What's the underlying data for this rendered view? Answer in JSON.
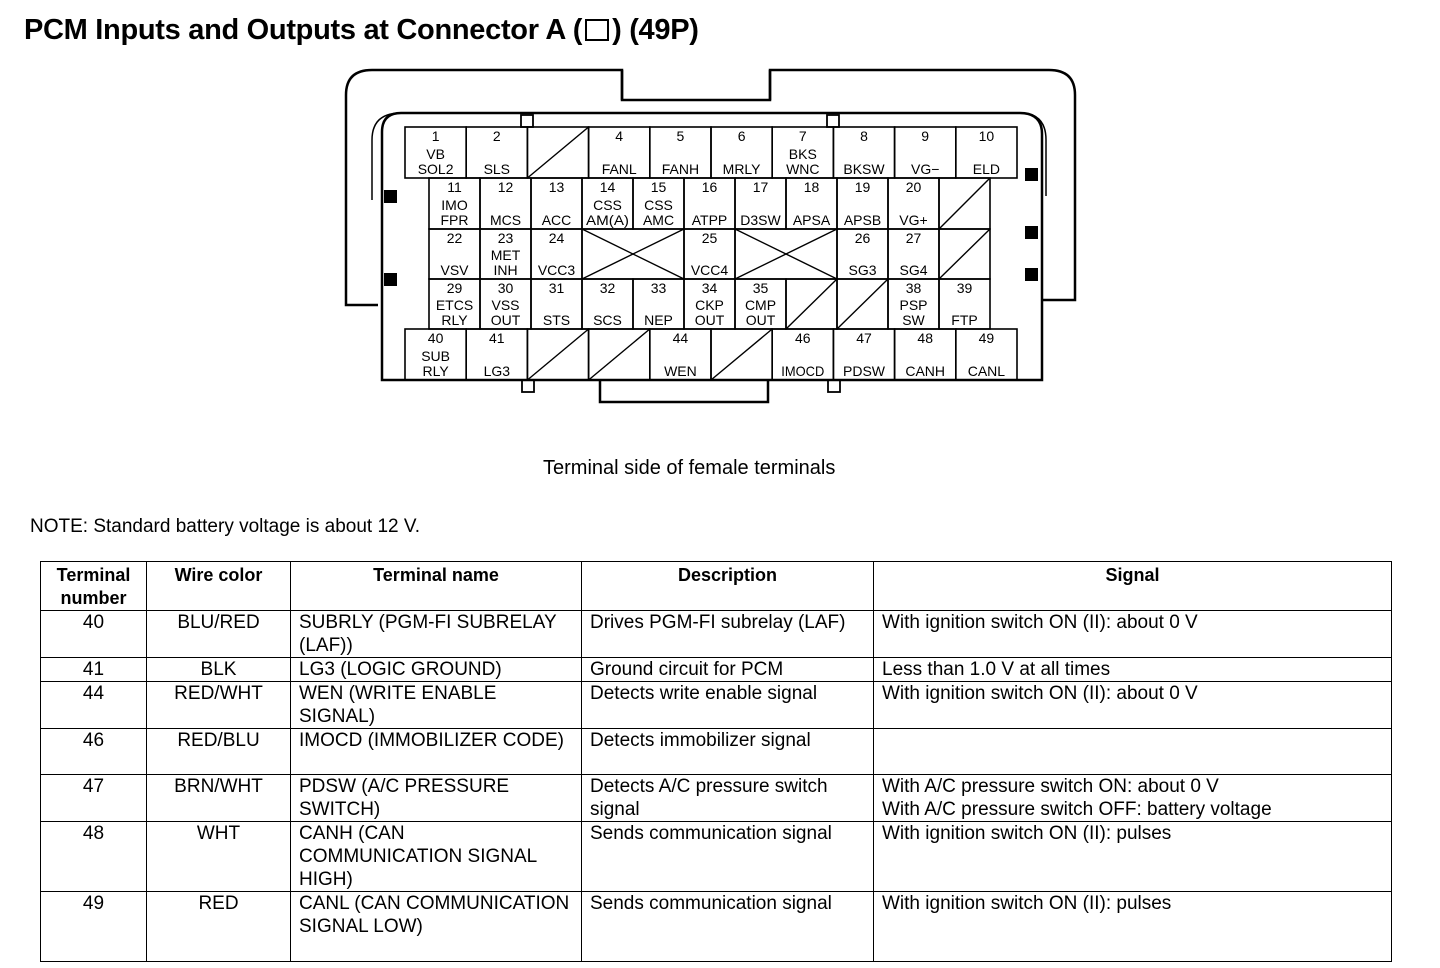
{
  "title": {
    "before_box": "PCM Inputs and Outputs at Connector A (",
    "after_box": ") (49P)"
  },
  "connector": {
    "caption": "Terminal side of female terminals",
    "rows": [
      [
        {
          "num": "1",
          "label": "VB\nSOL2"
        },
        {
          "num": "2",
          "label": "SLS"
        },
        {
          "blank": "slash"
        },
        {
          "num": "4",
          "label": "FANL"
        },
        {
          "num": "5",
          "label": "FANH"
        },
        {
          "num": "6",
          "label": "MRLY"
        },
        {
          "num": "7",
          "label": "BKS\nWNC"
        },
        {
          "num": "8",
          "label": "BKSW"
        },
        {
          "num": "9",
          "label": "VG−"
        },
        {
          "num": "10",
          "label": "ELD"
        }
      ],
      [
        {
          "num": "11",
          "label": "IMO\nFPR"
        },
        {
          "num": "12",
          "label": "MCS"
        },
        {
          "num": "13",
          "label": "ACC"
        },
        {
          "num": "14",
          "label": "CSS\nAM(A)"
        },
        {
          "num": "15",
          "label": "CSS\nAMC"
        },
        {
          "num": "16",
          "label": "ATPP"
        },
        {
          "num": "17",
          "label": "D3SW"
        },
        {
          "num": "18",
          "label": "APSA"
        },
        {
          "num": "19",
          "label": "APSB"
        },
        {
          "num": "20",
          "label": "VG+"
        },
        {
          "blank": "slash"
        }
      ],
      [
        {
          "num": "22",
          "label": "VSV"
        },
        {
          "num": "23",
          "label": "MET\nINH"
        },
        {
          "num": "24",
          "label": "VCC3"
        },
        {
          "blank": "cross2"
        },
        {
          "num": "25",
          "label": "VCC4"
        },
        {
          "blank": "cross2"
        },
        {
          "num": "26",
          "label": "SG3"
        },
        {
          "num": "27",
          "label": "SG4"
        },
        {
          "blank": "slash"
        }
      ],
      [
        {
          "num": "29",
          "label": "ETCS\nRLY"
        },
        {
          "num": "30",
          "label": "VSS\nOUT"
        },
        {
          "num": "31",
          "label": "STS"
        },
        {
          "num": "32",
          "label": "SCS"
        },
        {
          "num": "33",
          "label": "NEP"
        },
        {
          "num": "34",
          "label": "CKP\nOUT"
        },
        {
          "num": "35",
          "label": "CMP\nOUT"
        },
        {
          "blank": "slash"
        },
        {
          "blank": "slash"
        },
        {
          "num": "38",
          "label": "PSP\nSW"
        },
        {
          "num": "39",
          "label": "FTP"
        }
      ],
      [
        {
          "num": "40",
          "label": "SUB\nRLY"
        },
        {
          "num": "41",
          "label": "LG3"
        },
        {
          "blank": "slash"
        },
        {
          "blank": "slash"
        },
        {
          "num": "44",
          "label": "WEN"
        },
        {
          "blank": "slash"
        },
        {
          "num": "46",
          "label": "IMOCD"
        },
        {
          "num": "47",
          "label": "PDSW"
        },
        {
          "num": "48",
          "label": "CANH"
        },
        {
          "num": "49",
          "label": "CANL"
        }
      ]
    ]
  },
  "note": "NOTE: Standard battery voltage is about 12 V.",
  "table": {
    "headers": [
      "Terminal number",
      "Wire color",
      "Terminal name",
      "Description",
      "Signal"
    ],
    "rows": [
      {
        "number": "40",
        "color": "BLU/RED",
        "name": "SUBRLY (PGM-FI SUBRELAY (LAF))",
        "description": "Drives PGM-FI subrelay (LAF)",
        "signal": "With ignition switch ON (II): about 0 V"
      },
      {
        "number": "41",
        "color": "BLK",
        "name": "LG3 (LOGIC GROUND)",
        "description": "Ground circuit for PCM",
        "signal": "Less than 1.0 V at all times"
      },
      {
        "number": "44",
        "color": "RED/WHT",
        "name": "WEN (WRITE ENABLE SIGNAL)",
        "description": "Detects write enable signal",
        "signal": "With ignition switch ON (II): about 0 V"
      },
      {
        "number": "46",
        "color": "RED/BLU",
        "name": "IMOCD (IMMOBILIZER CODE)",
        "description": "Detects immobilizer signal",
        "signal": ""
      },
      {
        "number": "47",
        "color": "BRN/WHT",
        "name": "PDSW (A/C PRESSURE SWITCH)",
        "description": "Detects A/C pressure switch signal",
        "signal": "With A/C pressure switch ON: about 0 V\nWith A/C pressure switch OFF: battery voltage"
      },
      {
        "number": "48",
        "color": "WHT",
        "name": "CANH (CAN COMMUNICATION SIGNAL HIGH)",
        "description": "Sends communication signal",
        "signal": "With ignition switch ON (II): pulses"
      },
      {
        "number": "49",
        "color": "RED",
        "name": "CANL (CAN COMMUNICATION SIGNAL LOW)",
        "description": "Sends communication signal",
        "signal": "With ignition switch ON (II): pulses"
      }
    ]
  }
}
